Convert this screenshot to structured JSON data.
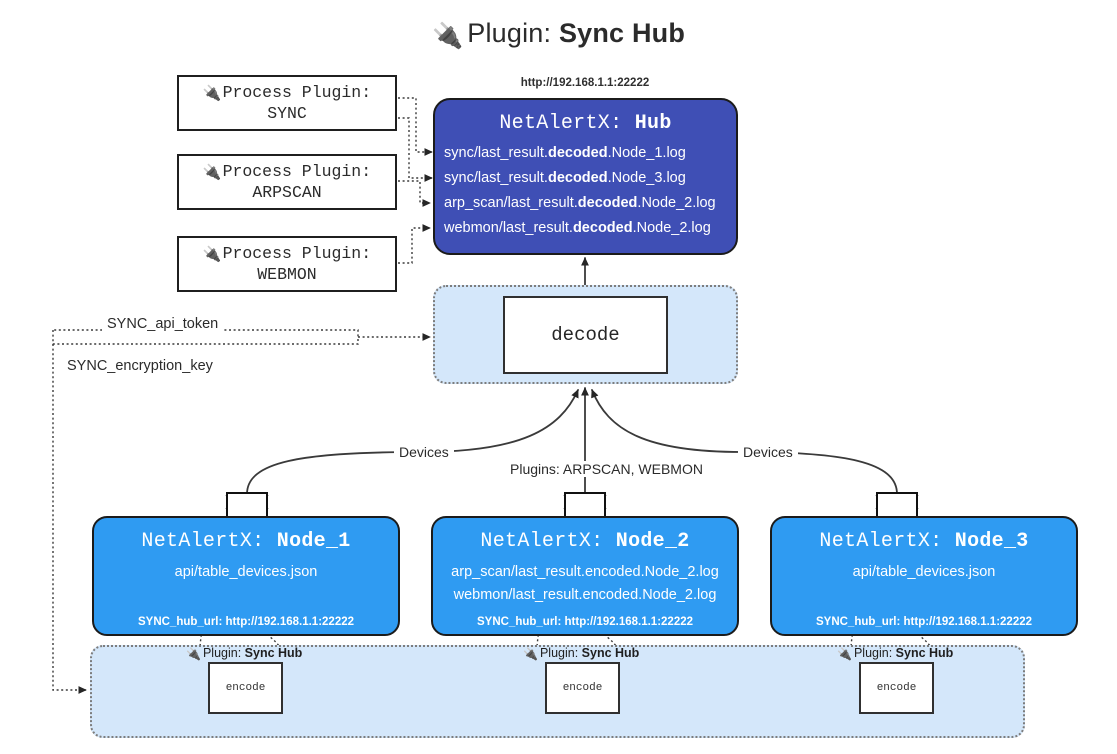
{
  "header": {
    "icon": "plug-icon",
    "prefix": "Plugin:",
    "title": "Sync Hub"
  },
  "process_plugins": [
    {
      "icon": "plug-icon",
      "line1": "Process Plugin:",
      "line2": "SYNC"
    },
    {
      "icon": "plug-icon",
      "line1": "Process Plugin:",
      "line2": "ARPSCAN"
    },
    {
      "icon": "plug-icon",
      "line1": "Process Plugin:",
      "line2": "WEBMON"
    }
  ],
  "hub": {
    "url": "http://192.168.1.1:22222",
    "title_prefix": "NetAlertX:",
    "title_name": "Hub",
    "logs": [
      {
        "pre": "sync/last_result.",
        "mid": "decoded",
        "post": ".Node_1.log"
      },
      {
        "pre": "sync/last_result.",
        "mid": "decoded",
        "post": ".Node_3.log"
      },
      {
        "pre": "arp_scan/last_result.",
        "mid": "decoded",
        "post": ".Node_2.log"
      },
      {
        "pre": "webmon/last_result.",
        "mid": "decoded",
        "post": ".Node_2.log"
      }
    ]
  },
  "decode": {
    "label": "decode"
  },
  "tokens": {
    "api_token": "SYNC_api_token",
    "encryption_key": "SYNC_encryption_key"
  },
  "edge_labels": {
    "devices_left": "Devices",
    "devices_right": "Devices",
    "plugins_center": "Plugins: ARPSCAN, WEBMON"
  },
  "nodes": [
    {
      "title_prefix": "NetAlertX:",
      "title_name": "Node_1",
      "lines": [
        "api/table_devices.json"
      ],
      "footer": "SYNC_hub_url: http://192.168.1.1:22222"
    },
    {
      "title_prefix": "NetAlertX:",
      "title_name": "Node_2",
      "lines": [
        "arp_scan/last_result.encoded.Node_2.log",
        "webmon/last_result.encoded.Node_2.log"
      ],
      "footer": "SYNC_hub_url: http://192.168.1.1:22222"
    },
    {
      "title_prefix": "NetAlertX:",
      "title_name": "Node_3",
      "lines": [
        "api/table_devices.json"
      ],
      "footer": "SYNC_hub_url: http://192.168.1.1:22222"
    }
  ],
  "encoders": [
    {
      "icon": "plug-icon",
      "label_prefix": "Plugin:",
      "label_name": "Sync Hub",
      "box": "encode"
    },
    {
      "icon": "plug-icon",
      "label_prefix": "Plugin:",
      "label_name": "Sync Hub",
      "box": "encode"
    },
    {
      "icon": "plug-icon",
      "label_prefix": "Plugin:",
      "label_name": "Sync Hub",
      "box": "encode"
    }
  ],
  "colors": {
    "hub_fill": "#3f4fb5",
    "node_fill": "#2f9bf2",
    "group_fill": "#d4e7fa",
    "stroke": "#1b1b1b"
  }
}
